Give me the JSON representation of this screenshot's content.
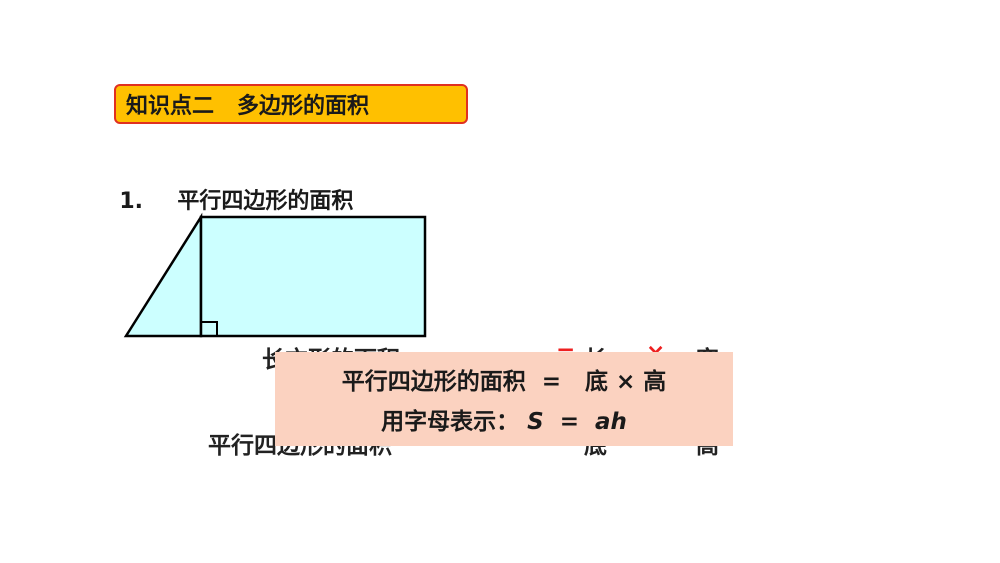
{
  "topic": {
    "label": "知识点二   多边形的面积",
    "bg_color": "#ffc000",
    "border_color": "#e03020"
  },
  "section": {
    "number": "1.",
    "title": "平行四边形的面积"
  },
  "figure": {
    "fill_color": "#ccffff",
    "stroke_color": "#000000"
  },
  "background_text": {
    "line1": {
      "left": "长方形的面积",
      "eq": "=",
      "a": "长",
      "op": "×",
      "b": "宽"
    },
    "line2": {
      "left": "平行四边形的面积",
      "eq": "=",
      "a": "底",
      "op": "×",
      "b": "高"
    }
  },
  "formula_box": {
    "bg_color": "#fbd2c0",
    "line1": {
      "text": "平行四边形的面积  =   底 × 高"
    },
    "line2": {
      "prefix": "用字母表示：",
      "var_s": "S",
      "eq": "=",
      "var_ah": "ah"
    }
  }
}
